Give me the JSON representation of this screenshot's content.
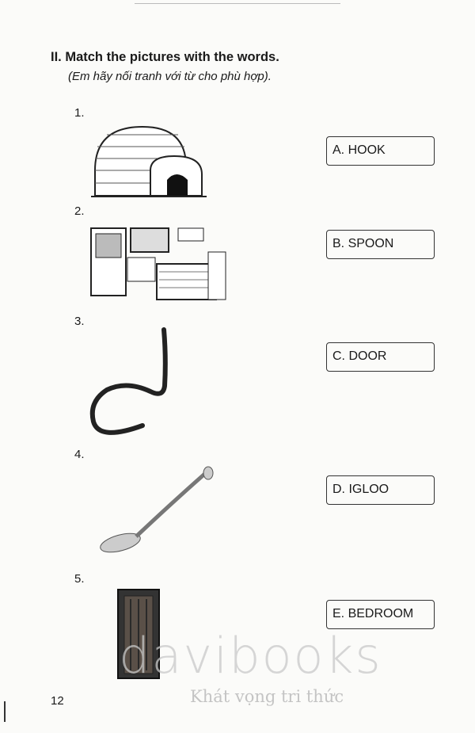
{
  "heading": {
    "title": "II. Match the pictures with the words.",
    "subtitle": "(Em hãy nối tranh với từ cho phù hợp)."
  },
  "items": [
    {
      "number": "1.",
      "picture": "igloo"
    },
    {
      "number": "2.",
      "picture": "bedroom"
    },
    {
      "number": "3.",
      "picture": "hook"
    },
    {
      "number": "4.",
      "picture": "spoon"
    },
    {
      "number": "5.",
      "picture": "door"
    }
  ],
  "words": [
    "A. HOOK",
    "B. SPOON",
    "C. DOOR",
    "D. IGLOO",
    "E. BEDROOM"
  ],
  "page_number": "12",
  "watermark": {
    "brand": "davibooks",
    "slogan": "Khát vọng tri thức"
  }
}
